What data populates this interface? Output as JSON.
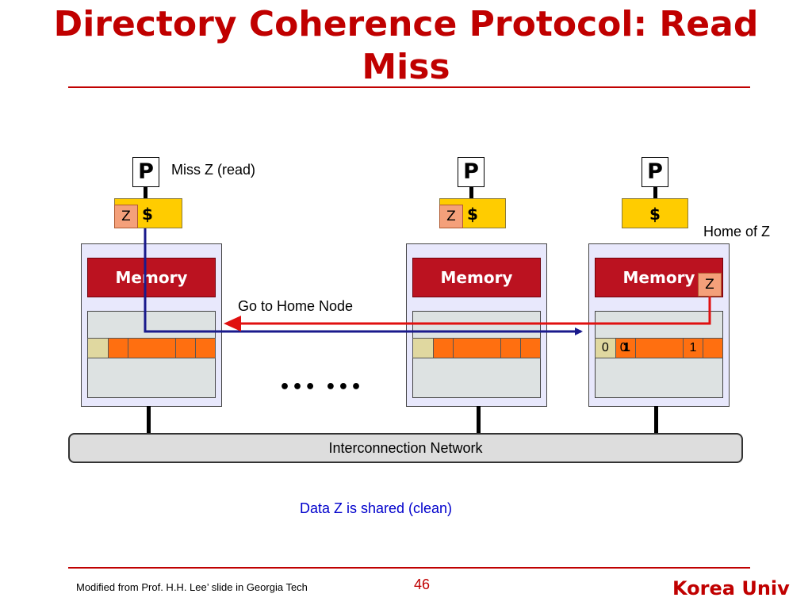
{
  "slide": {
    "title": "Directory Coherence Protocol: Read Miss",
    "title_line1": "Directory Coherence Protocol: Read",
    "title_line2": "Miss",
    "page_number": "46",
    "footer_credit": "Modified from Prof. H.H. Lee’ slide in Georgia Tech",
    "footer_brand": "Korea Univ",
    "accent_color": "#c00000"
  },
  "diagram": {
    "processor_label": "P",
    "cache_label": "$",
    "memory_label": "Memory",
    "block_label": "Z",
    "miss_label": "Miss Z (read)",
    "home_label": "Home of Z",
    "request_label": "Go to Home Node",
    "ellipsis": "••• •••",
    "network_label": "Interconnection Network",
    "caption": "Data Z is shared (clean)",
    "directory_entry": {
      "dirty_bit": "0",
      "old_presence_bit": "0",
      "new_presence_bit": "1",
      "third_presence_bit": "1"
    },
    "request_arrow_color": "#1a1a8c",
    "reply_arrow_color": "#e01010",
    "caption_color": "#0000cc"
  }
}
